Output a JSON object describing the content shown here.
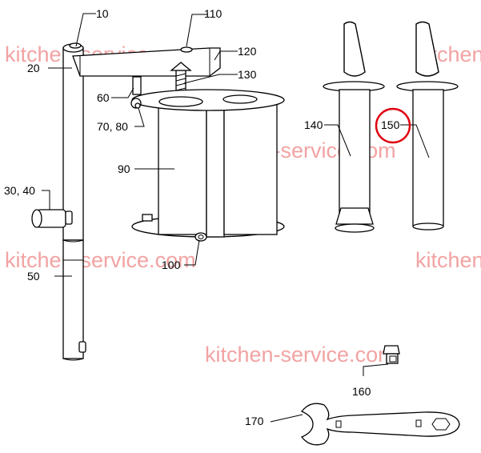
{
  "watermark": "kitchen-service.com",
  "watermark_short": "kitchen",
  "labels": {
    "p10": "10",
    "p110": "110",
    "p120": "120",
    "p130": "130",
    "p20": "20",
    "p60": "60",
    "p70_80": "70, 80",
    "p90": "90",
    "p30_40": "30, 40",
    "p100": "100",
    "p50": "50",
    "p140": "140",
    "p150": "150",
    "p160": "160",
    "p170": "170"
  },
  "highlight": {
    "part": "150",
    "color": "#e0000f"
  },
  "colors": {
    "watermark": "#f2a3a3",
    "line": "#000000"
  }
}
